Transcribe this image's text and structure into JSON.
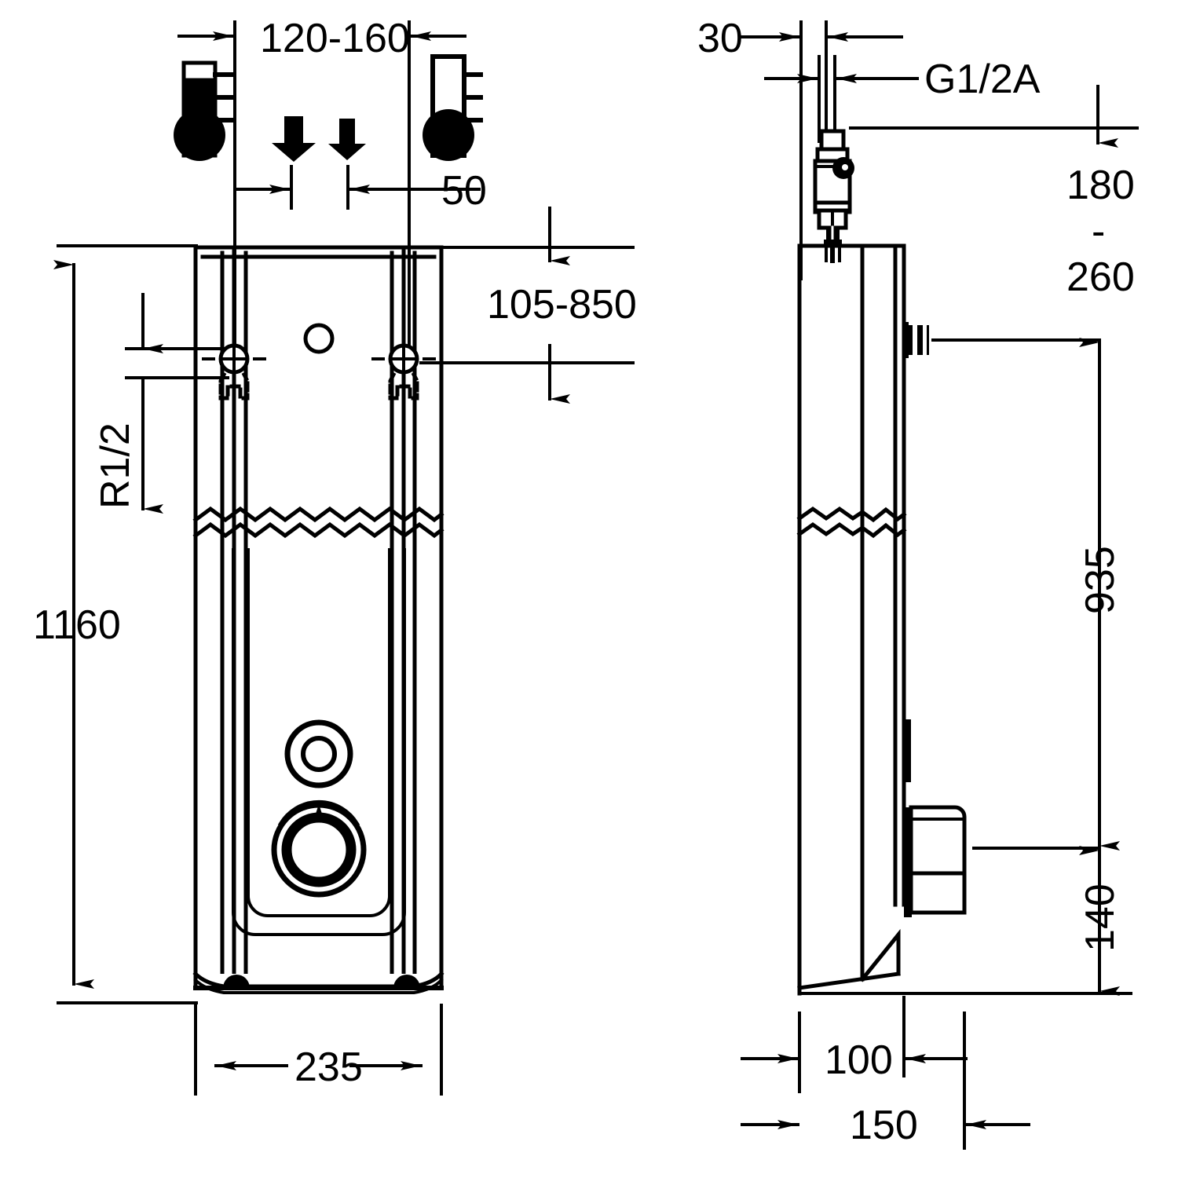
{
  "drawing": {
    "title": "Technical dimension drawing - wall mounted shower panel",
    "line_color": "#000000",
    "background_color": "#ffffff"
  },
  "front_view": {
    "name": "front-view",
    "dimensions": {
      "center_spacing": "120-160",
      "inlet_offset": "50",
      "mount_height_range": "105-850",
      "total_height": "1160",
      "thread_spec": "R1/2",
      "total_width": "235"
    },
    "icons": {
      "hot_thermometer": "thermometer-filled-icon",
      "cold_thermometer": "thermometer-empty-icon",
      "inlet_arrow_left": "down-arrow-icon",
      "inlet_arrow_right": "down-arrow-icon"
    }
  },
  "side_view": {
    "name": "side-view",
    "dimensions": {
      "top_offset": "30",
      "outlet_thread": "G1/2A",
      "outlet_height_range": "180\n-\n260",
      "outlet_height_top": "180",
      "outlet_height_dash": "-",
      "outlet_height_bottom": "260",
      "connector_height": "935",
      "base_height": "140",
      "depth_upper": "100",
      "depth_lower": "150"
    }
  }
}
